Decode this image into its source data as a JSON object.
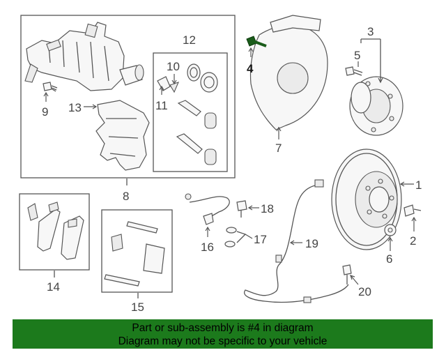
{
  "diagram": {
    "callouts": {
      "c1": "1",
      "c2": "2",
      "c3": "3",
      "c4": "4",
      "c5": "5",
      "c6": "6",
      "c7": "7",
      "c8": "8",
      "c9": "9",
      "c10": "10",
      "c11": "11",
      "c12": "12",
      "c13": "13",
      "c14": "14",
      "c15": "15",
      "c16": "16",
      "c17": "17",
      "c18": "18",
      "c19": "19",
      "c20": "20"
    },
    "highlight_color": "#1a5c1a"
  },
  "footer": {
    "line1": "Part or sub-assembly is #4 in diagram",
    "line2": "Diagram may not be specific to your vehicle",
    "background": "#1c7a1c"
  }
}
